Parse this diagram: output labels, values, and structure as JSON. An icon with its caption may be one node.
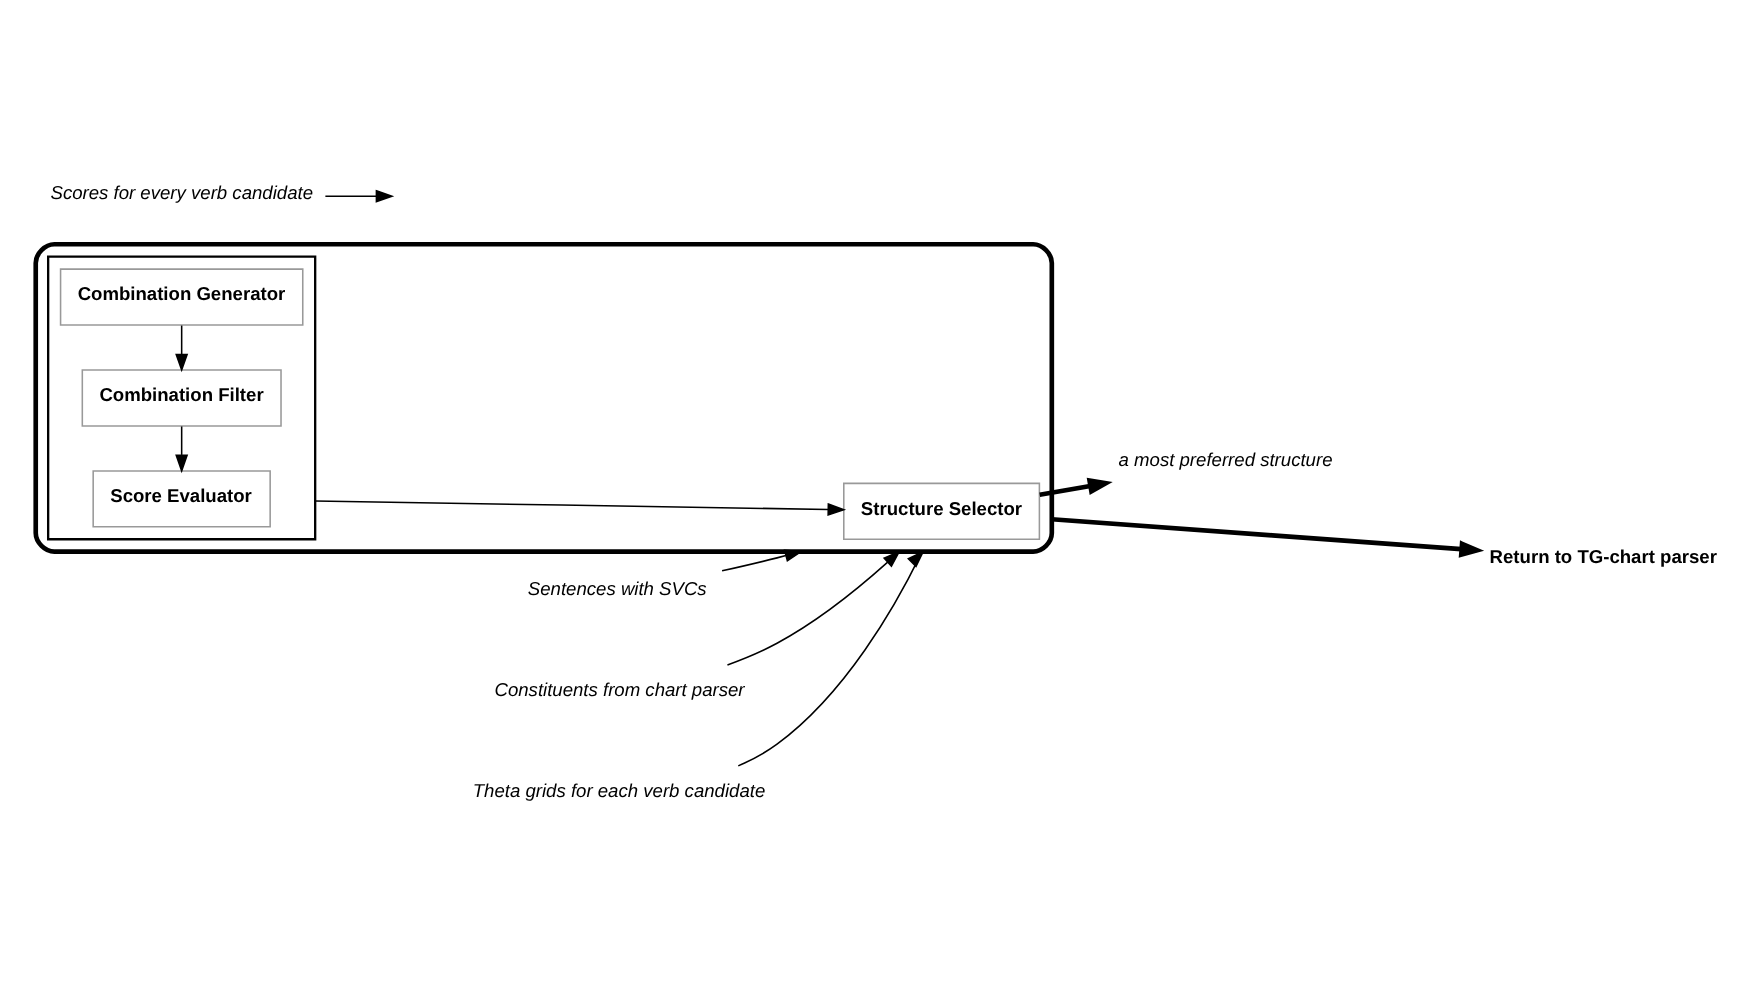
{
  "diagram": {
    "nodes": [
      {
        "text": [],
        "shape": "box"
      },
      {
        "text": [],
        "shape": "box",
        "in": 0
      },
      {
        "text": [
          "Combination Generator"
        ],
        "in": 1
      },
      {
        "text": [
          "Combination Filter"
        ],
        "in": 1
      },
      {
        "text": [
          "Score Evaluator"
        ],
        "in": 1
      },
      {
        "text": [
          "Structure Selector"
        ],
        "in": 0
      },
      {
        "text": [
          "Sentences with SVCs"
        ]
      },
      {
        "text": [
          "Constituents from chart parser"
        ]
      },
      {
        "text": [
          "Theta grids for each verb candidate"
        ]
      },
      {
        "text": [
          "Scores for every verb candidate"
        ]
      },
      {
        "text": [
          "a most preferred structure"
        ]
      },
      {
        "text": [
          "Return to TG-chart parser"
        ]
      }
    ],
    "edges": [
      {
        "from": 6,
        "to": 0,
        "arrow": "to"
      },
      {
        "from": 7,
        "to": 0,
        "arrow": "to"
      },
      {
        "from": 8,
        "to": 0,
        "arrow": "to"
      },
      {
        "from": 2,
        "to": 3,
        "arrow": "to"
      },
      {
        "from": 3,
        "to": 4,
        "arrow": "to"
      },
      {
        "from": 1,
        "to": 5,
        "arrow": "to"
      },
      {
        "from": 9,
        "to": null,
        "arrow": "to"
      },
      {
        "from": 5,
        "to": 10,
        "arrow": "to",
        "style": "thick"
      },
      {
        "from": 0,
        "to": 11,
        "arrow": "to",
        "style": "thick"
      }
    ]
  }
}
